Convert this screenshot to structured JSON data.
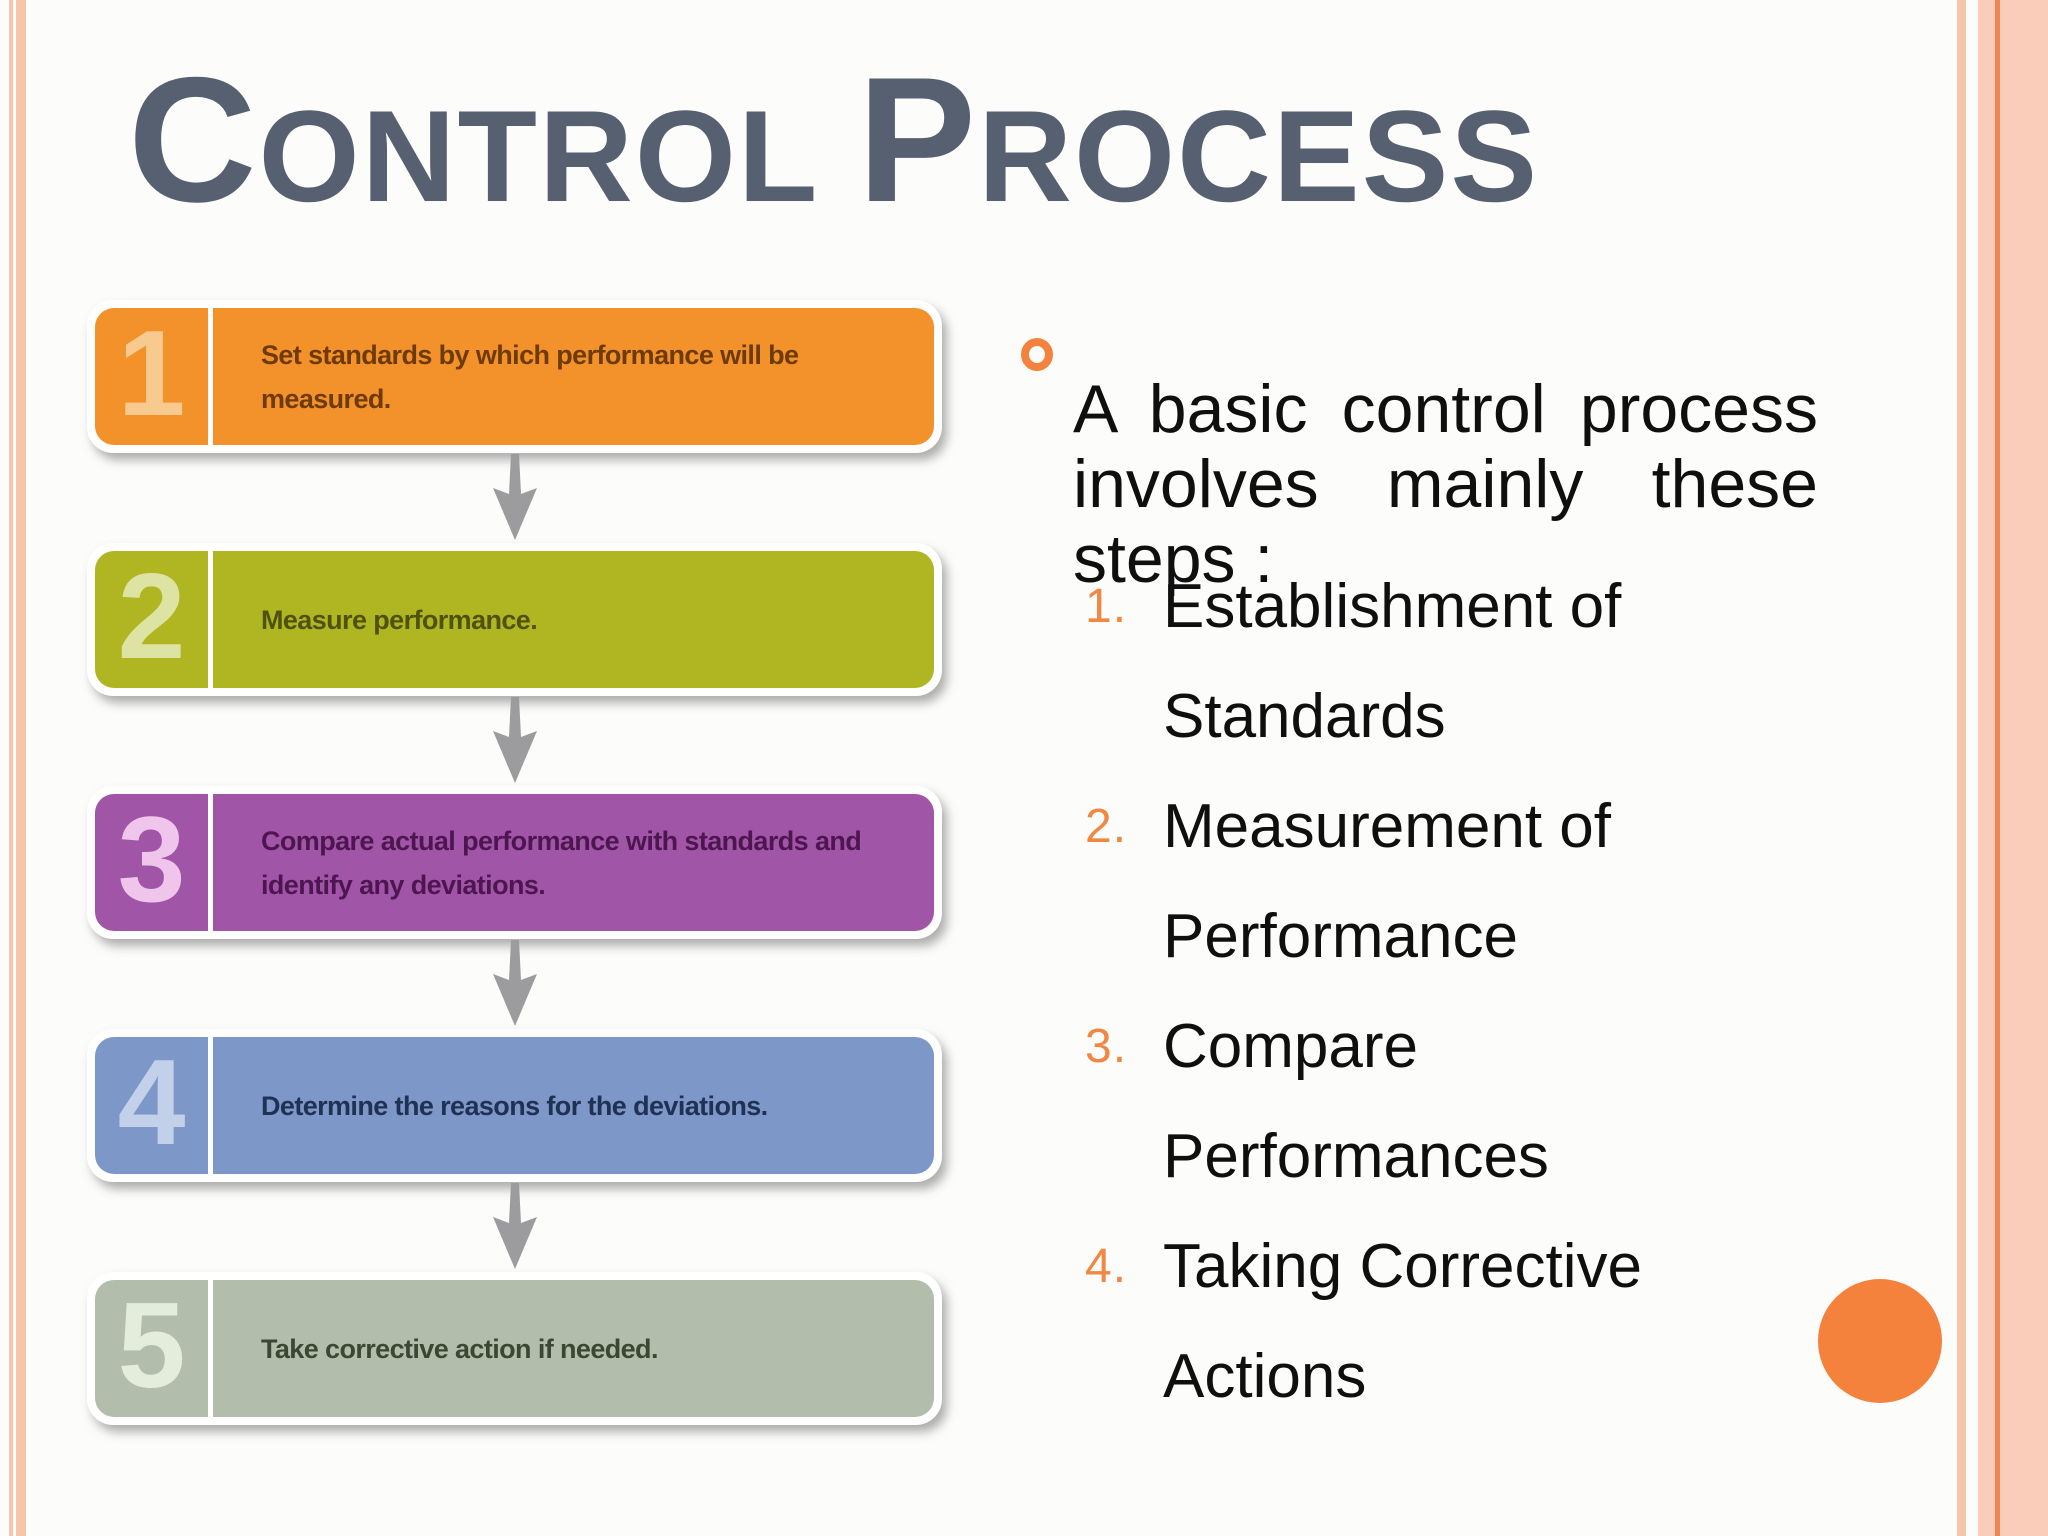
{
  "title": {
    "word1_initial": "C",
    "word1_rest": "ONTROL",
    "word2_initial": "P",
    "word2_rest": "ROCESS",
    "color": "#566070"
  },
  "flowchart": {
    "steps": [
      {
        "number": "1",
        "label": "Set standards by which performance will be measured.",
        "fill": "#f3912b",
        "number_color": "#f8ca8f",
        "text_color": "#6e3a05"
      },
      {
        "number": "2",
        "label": "Measure performance.",
        "fill": "#afb622",
        "number_color": "#dde3a2",
        "text_color": "#50520c"
      },
      {
        "number": "3",
        "label": "Compare actual performance with standards and identify any deviations.",
        "fill": "#a155a7",
        "number_color": "#f0c5ec",
        "text_color": "#4e1650"
      },
      {
        "number": "4",
        "label": "Determine the reasons for the deviations.",
        "fill": "#7e97c9",
        "number_color": "#c3d0ea",
        "text_color": "#203254"
      },
      {
        "number": "5",
        "label": "Take corrective action if needed.",
        "fill": "#b2beab",
        "number_color": "#e4eddb",
        "text_color": "#3a4733"
      }
    ],
    "arrow_color": "#9c9c9e"
  },
  "right_panel": {
    "intro": "A basic control process involves mainly these steps :",
    "bullet_color": "#f5813e",
    "number_color": "#f08743",
    "items": [
      {
        "num": "1.",
        "text": "Establishment of Standards"
      },
      {
        "num": "2.",
        "text": "Measurement of Performance"
      },
      {
        "num": "3.",
        "text": "Compare Performances"
      },
      {
        "num": "4.",
        "text": "Taking Corrective Actions"
      }
    ]
  },
  "decor": {
    "circle_color": "#f5823c",
    "stripe_light": "#f6c6ab",
    "band_light": "#f9cdb9",
    "band_line": "#ee8850"
  }
}
